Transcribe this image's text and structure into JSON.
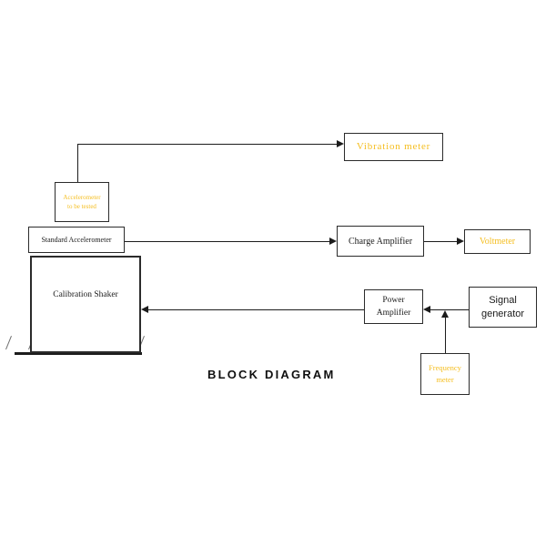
{
  "diagram": {
    "title": "BLOCK DIAGRAM",
    "colors": {
      "highlight": "#F5BE20",
      "text": "#1a1a1a",
      "stroke": "#2b2b2b",
      "background": "#ffffff",
      "hatch": "#6f6f6f"
    },
    "blocks": {
      "vibration_meter": {
        "label": "Vibration meter"
      },
      "accelerometer_under_test": {
        "line1": "Accelerometer",
        "line2": "to be tested"
      },
      "standard_accelerometer": {
        "label": "Standard  Accelerometer"
      },
      "calibration_shaker": {
        "label": "Calibration  Shaker"
      },
      "charge_amplifier": {
        "label": "Charge Amplifier"
      },
      "voltmeter": {
        "label": "Voltmeter"
      },
      "power_amplifier": {
        "line1": "Power",
        "line2": "Amplifier"
      },
      "signal_generator": {
        "line1": "Signal",
        "line2": "generator"
      },
      "frequency_meter": {
        "line1": "Frequency",
        "line2": "meter"
      }
    }
  }
}
